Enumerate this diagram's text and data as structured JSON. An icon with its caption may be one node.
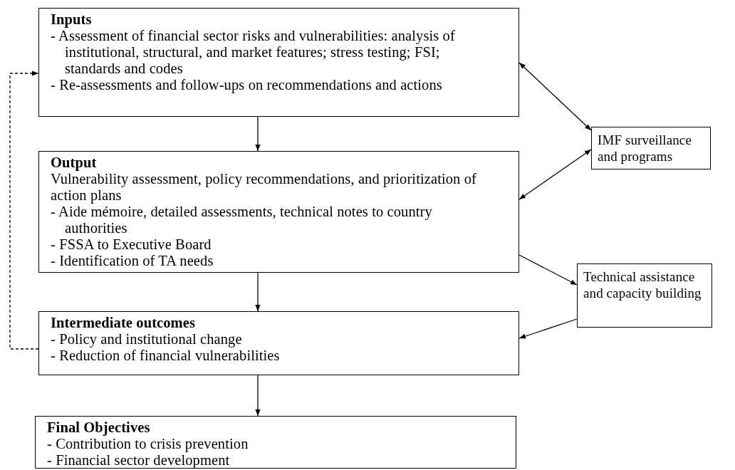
{
  "diagram": {
    "nodes": [
      {
        "text": [
          "Inputs",
          "- Assessment of financial sector risks and vulnerabilities: analysis of institutional, structural, and market features; stress testing; FSI; standards and codes",
          "- Re-assessments and follow-ups on recommendations and actions"
        ]
      },
      {
        "text": [
          "Output",
          "Vulnerability assessment, policy recommendations, and prioritization of action plans",
          "- Aide mémoire, detailed assessments, technical notes to country authorities",
          "- FSSA to Executive Board",
          "- Identification of TA needs"
        ]
      },
      {
        "text": [
          "Intermediate outcomes",
          "- Policy and institutional change",
          "- Reduction of financial vulnerabilities"
        ]
      },
      {
        "text": [
          "Final Objectives",
          "- Contribution to crisis prevention",
          "- Financial sector development"
        ]
      },
      {
        "text": [
          "IMF surveillance and programs"
        ]
      },
      {
        "text": [
          "Technical assistance and capacity building"
        ]
      }
    ],
    "edges": [
      {
        "from": 0,
        "to": 1,
        "arrow": "to"
      },
      {
        "from": 1,
        "to": 2,
        "arrow": "to"
      },
      {
        "from": 2,
        "to": 3,
        "arrow": "to"
      },
      {
        "from": 2,
        "to": 0,
        "arrow": "to",
        "style": "dashed"
      },
      {
        "from": 0,
        "to": 4,
        "arrow": "both"
      },
      {
        "from": 1,
        "to": 4,
        "arrow": "both"
      },
      {
        "from": 1,
        "to": 5,
        "arrow": "to"
      },
      {
        "from": 5,
        "to": 2,
        "arrow": "to"
      }
    ]
  }
}
